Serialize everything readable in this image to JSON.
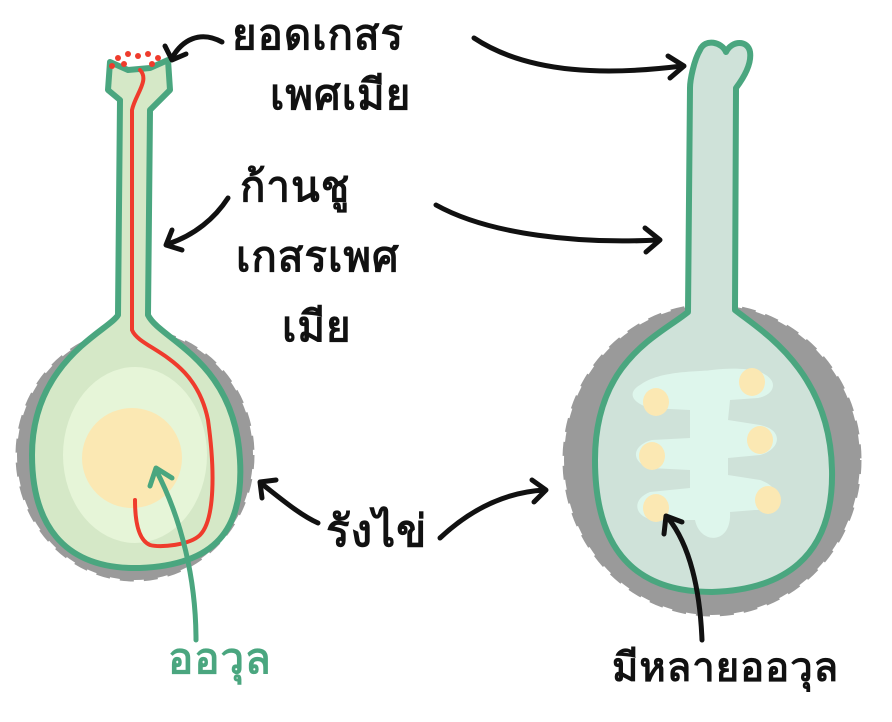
{
  "labels": {
    "stigma": [
      "ยอดเกสร",
      "เพศเมีย"
    ],
    "style": [
      "ก้านชู",
      "เกสรเพศ",
      "เมีย"
    ],
    "ovary": "รังไข่",
    "ovule": "ออวุล",
    "many_ovules": "มีหลายออวุล"
  },
  "colors": {
    "outline": "#4aa67f",
    "ink": "#111111",
    "pollen_tube": "#ef3b2c",
    "left_body": "#d5e8c7",
    "left_inner": "#e6f5d8",
    "ovule_fill": "#fbe8b3",
    "right_body": "#cfe2d9",
    "right_inner": "#def6ec",
    "dashed_circle": "#9a9a9a"
  }
}
